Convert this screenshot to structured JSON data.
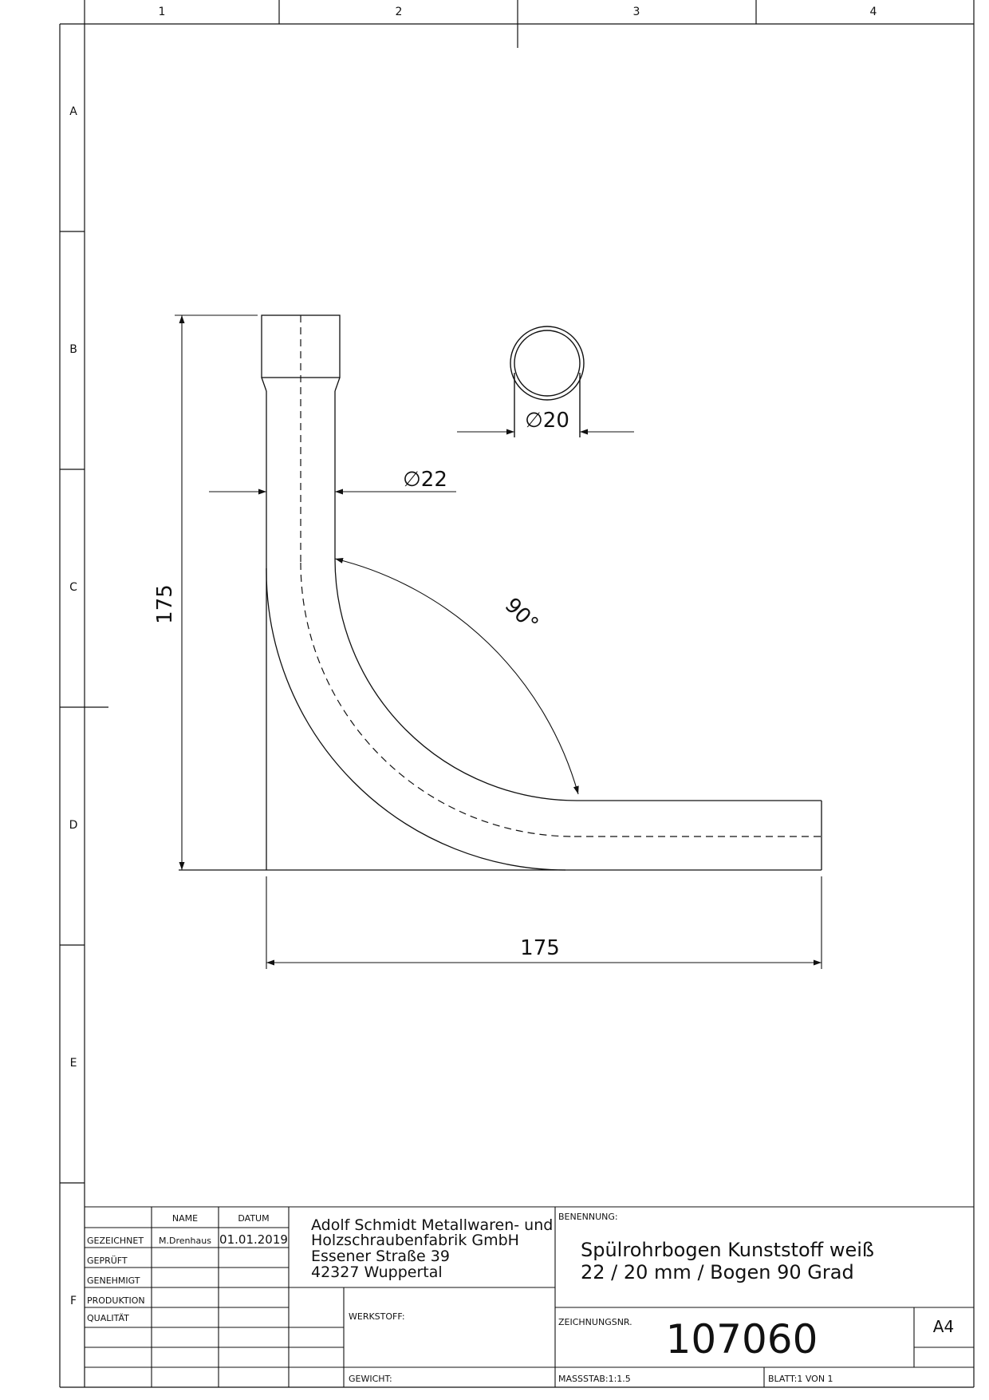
{
  "frame": {
    "columns": [
      "1",
      "2",
      "3",
      "4"
    ],
    "rows": [
      "A",
      "B",
      "C",
      "D",
      "E",
      "F"
    ]
  },
  "dimensions": {
    "diameter_inner": "20",
    "diameter_outer": "22",
    "angle": "90°",
    "height": "175",
    "width": "175",
    "diameter_symbol": "∅"
  },
  "title_block": {
    "headers": {
      "name": "NAME",
      "date": "DATUM"
    },
    "roles": [
      "GEZEICHNET",
      "GEPRÜFT",
      "GENEHMIGT",
      "PRODUKTION",
      "QUALITÄT"
    ],
    "drawn_by": "M.Drenhaus",
    "drawn_date": "01.01.2019",
    "company": {
      "line1": "Adolf Schmidt Metallwaren- und",
      "line2": "Holzschraubenfabrik GmbH",
      "line3": "Essener Straße 39",
      "line4": "42327 Wuppertal"
    },
    "benennung_label": "BENENNUNG:",
    "benennung_line1": "Spülrohrbogen Kunststoff weiß",
    "benennung_line2": "22 / 20 mm / Bogen 90 Grad",
    "werkstoff_label": "WERKSTOFF:",
    "gewicht_label": "GEWICHT:",
    "zeichnungsnr_label": "ZEICHNUNGSNR.",
    "zeichnungsnr": "107060",
    "format": "A4",
    "massstab": "MASSSTAB:1:1.5",
    "blatt": "BLATT:1 VON 1"
  }
}
